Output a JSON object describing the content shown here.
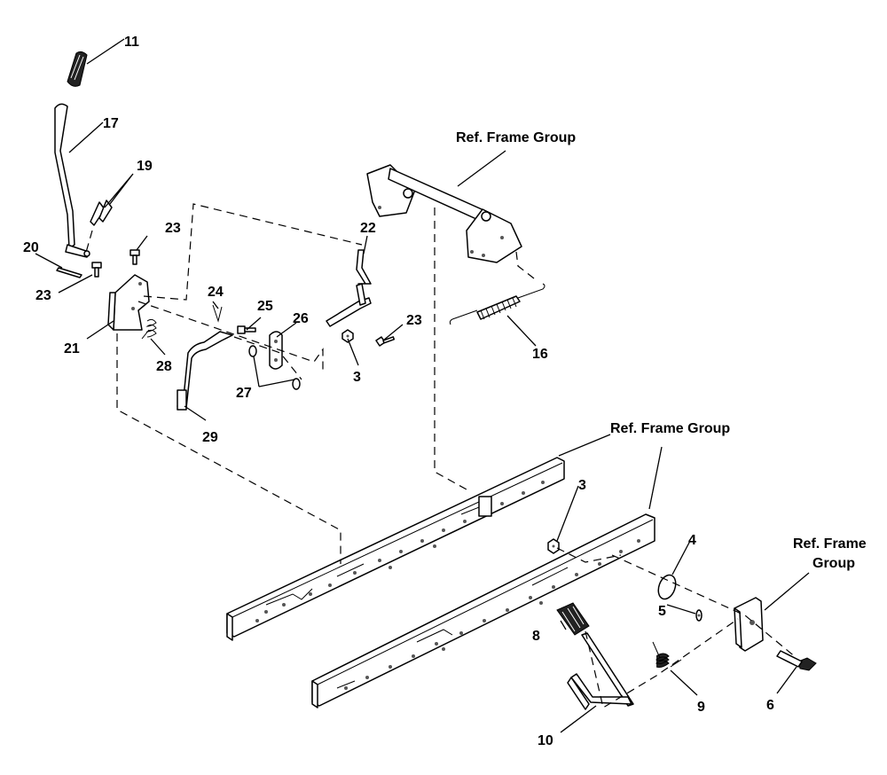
{
  "diagram": {
    "callouts": {
      "c11": "11",
      "c17": "17",
      "c19": "19",
      "c20": "20",
      "c23a": "23",
      "c23b": "23",
      "c21": "21",
      "c28": "28",
      "c24": "24",
      "c25": "25",
      "c26": "26",
      "c27": "27",
      "c29": "29",
      "c22": "22",
      "c23c": "23",
      "c3a": "3",
      "c16": "16",
      "c3b": "3",
      "c4": "4",
      "c5": "5",
      "c8": "8",
      "c9": "9",
      "c10": "10",
      "c6": "6"
    },
    "references": {
      "top": "Ref. Frame Group",
      "middle": "Ref. Frame Group",
      "right_line1": "Ref. Frame",
      "right_line2": "Group"
    }
  }
}
